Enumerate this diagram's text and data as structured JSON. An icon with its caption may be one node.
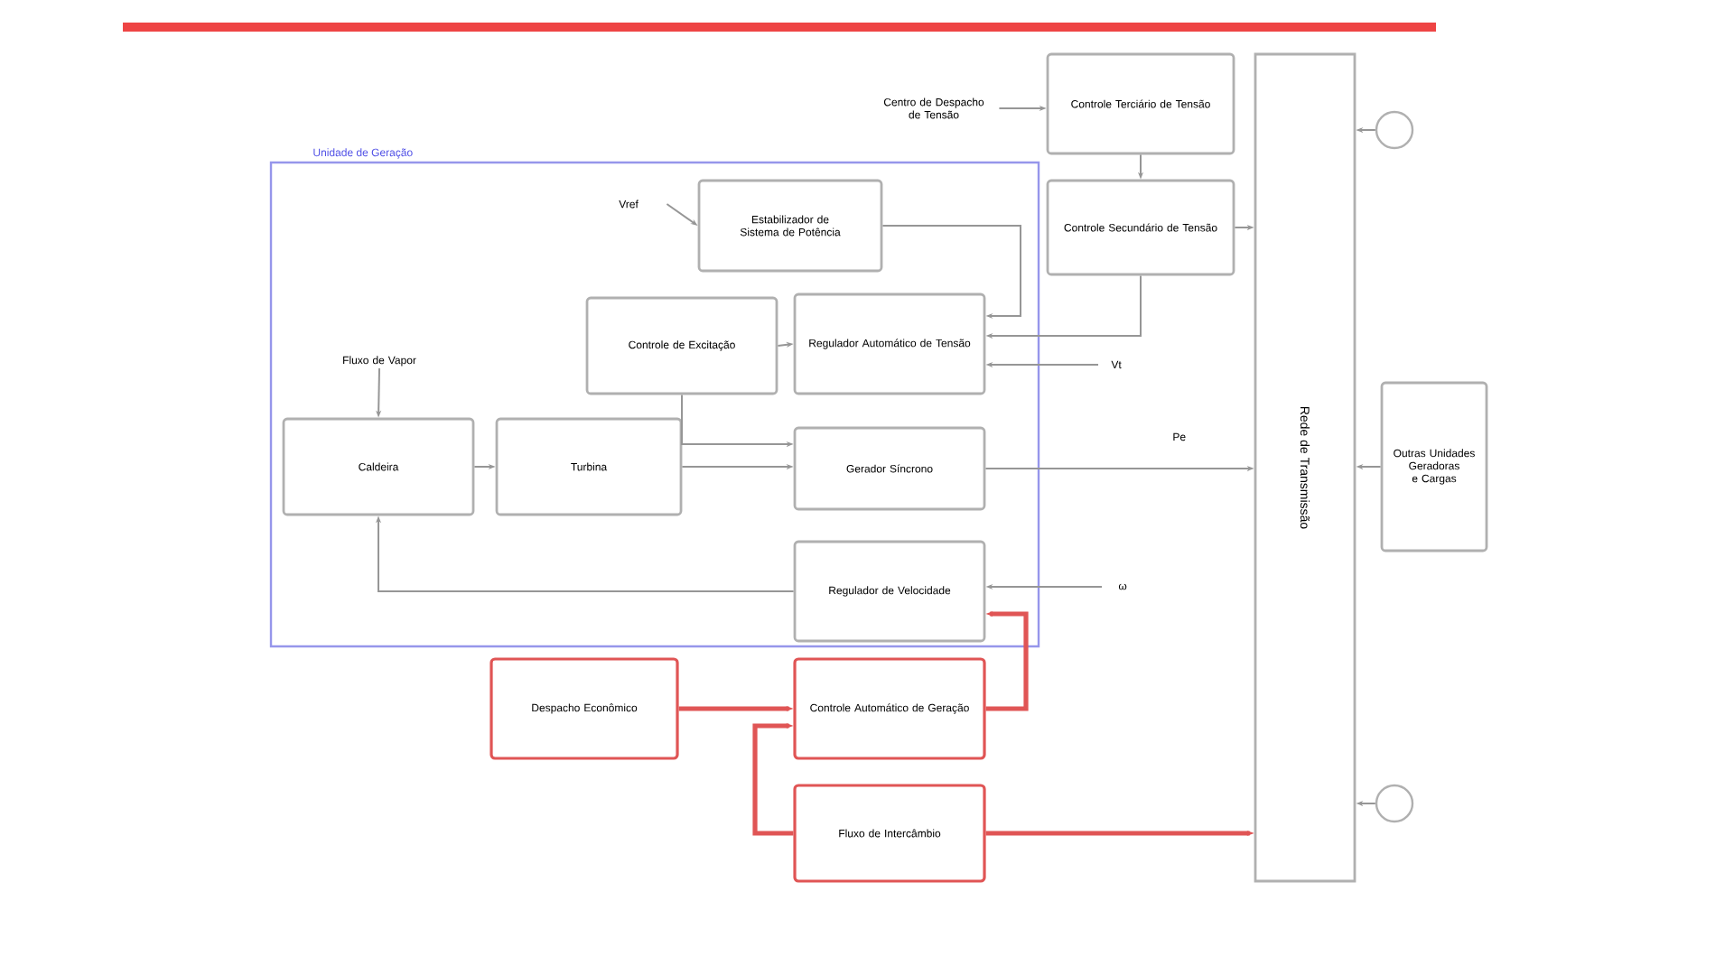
{
  "diagram": {
    "nodes": [
      {
        "text": [
          "Unidade de Geração"
        ]
      },
      {
        "text": [
          "Estabilizador de Sistema de Potência"
        ],
        "in": 0
      },
      {
        "text": [
          "Controle de Excitação"
        ],
        "in": 0
      },
      {
        "text": [
          "Regulador Automático de Tensão"
        ],
        "in": 0
      },
      {
        "text": [
          "Caldeira"
        ],
        "in": 0
      },
      {
        "text": [
          "Turbina"
        ],
        "in": 0
      },
      {
        "text": [
          "Gerador Síncrono"
        ],
        "in": 0
      },
      {
        "text": [
          "Regulador de Velocidade"
        ],
        "in": 0
      },
      {
        "text": [
          "Fluxo de Vapor"
        ],
        "in": 0
      },
      {
        "text": [
          "Despacho Econômico"
        ]
      },
      {
        "text": [
          "Controle Automático de Geração"
        ]
      },
      {
        "text": [
          "Fluxo de Intercâmbio"
        ]
      },
      {
        "text": [
          "Centro de Despacho de Tensão"
        ]
      },
      {
        "text": [
          "Controle Terciário de Tensão"
        ]
      },
      {
        "text": [
          "Controle Secundário de Tensão"
        ]
      },
      {
        "text": [
          "Rede de Transmissão"
        ]
      },
      {
        "text": [
          "Outras Unidades Geradoras e Cargas"
        ]
      },
      {
        "text": [],
        "shape": "circle"
      },
      {
        "text": [],
        "shape": "circle"
      },
      {
        "text": [
          "Vref"
        ],
        "in": 0
      }
    ],
    "edges": [
      {
        "from": 19,
        "to": 1,
        "arrow": "to"
      },
      {
        "from": 1,
        "to": 3,
        "arrow": "to"
      },
      {
        "from": 2,
        "to": 3,
        "arrow": "to"
      },
      {
        "from": 2,
        "to": 6,
        "arrow": "to"
      },
      {
        "from": 4,
        "to": 5,
        "arrow": "to"
      },
      {
        "from": 5,
        "to": 6,
        "arrow": "to"
      },
      {
        "from": 8,
        "to": 4,
        "arrow": "to"
      },
      {
        "from": 7,
        "to": 4,
        "arrow": "to"
      },
      {
        "from": null,
        "to": 3,
        "arrow": "to",
        "label": "Vt"
      },
      {
        "from": 14,
        "to": 3,
        "arrow": "to"
      },
      {
        "from": 13,
        "to": 14,
        "arrow": "to"
      },
      {
        "from": 12,
        "to": 13,
        "arrow": "to"
      },
      {
        "from": 6,
        "to": 15,
        "arrow": "to",
        "label": "Pe"
      },
      {
        "from": null,
        "to": 7,
        "arrow": "to",
        "label": "ω"
      },
      {
        "from": 14,
        "to": 15,
        "arrow": "to"
      },
      {
        "from": 16,
        "to": 15,
        "arrow": "to"
      },
      {
        "from": 17,
        "to": 15,
        "arrow": "to"
      },
      {
        "from": 18,
        "to": 15,
        "arrow": "to"
      },
      {
        "from": 9,
        "to": 10,
        "arrow": "to",
        "color": "#e05555",
        "style": "thick"
      },
      {
        "from": 11,
        "to": 10,
        "arrow": "to",
        "color": "#e05555",
        "style": "thick"
      },
      {
        "from": 10,
        "to": 7,
        "arrow": "to",
        "color": "#e05555",
        "style": "thick"
      },
      {
        "from": 11,
        "to": 15,
        "arrow": "to",
        "color": "#e05555",
        "style": "thick"
      }
    ]
  }
}
